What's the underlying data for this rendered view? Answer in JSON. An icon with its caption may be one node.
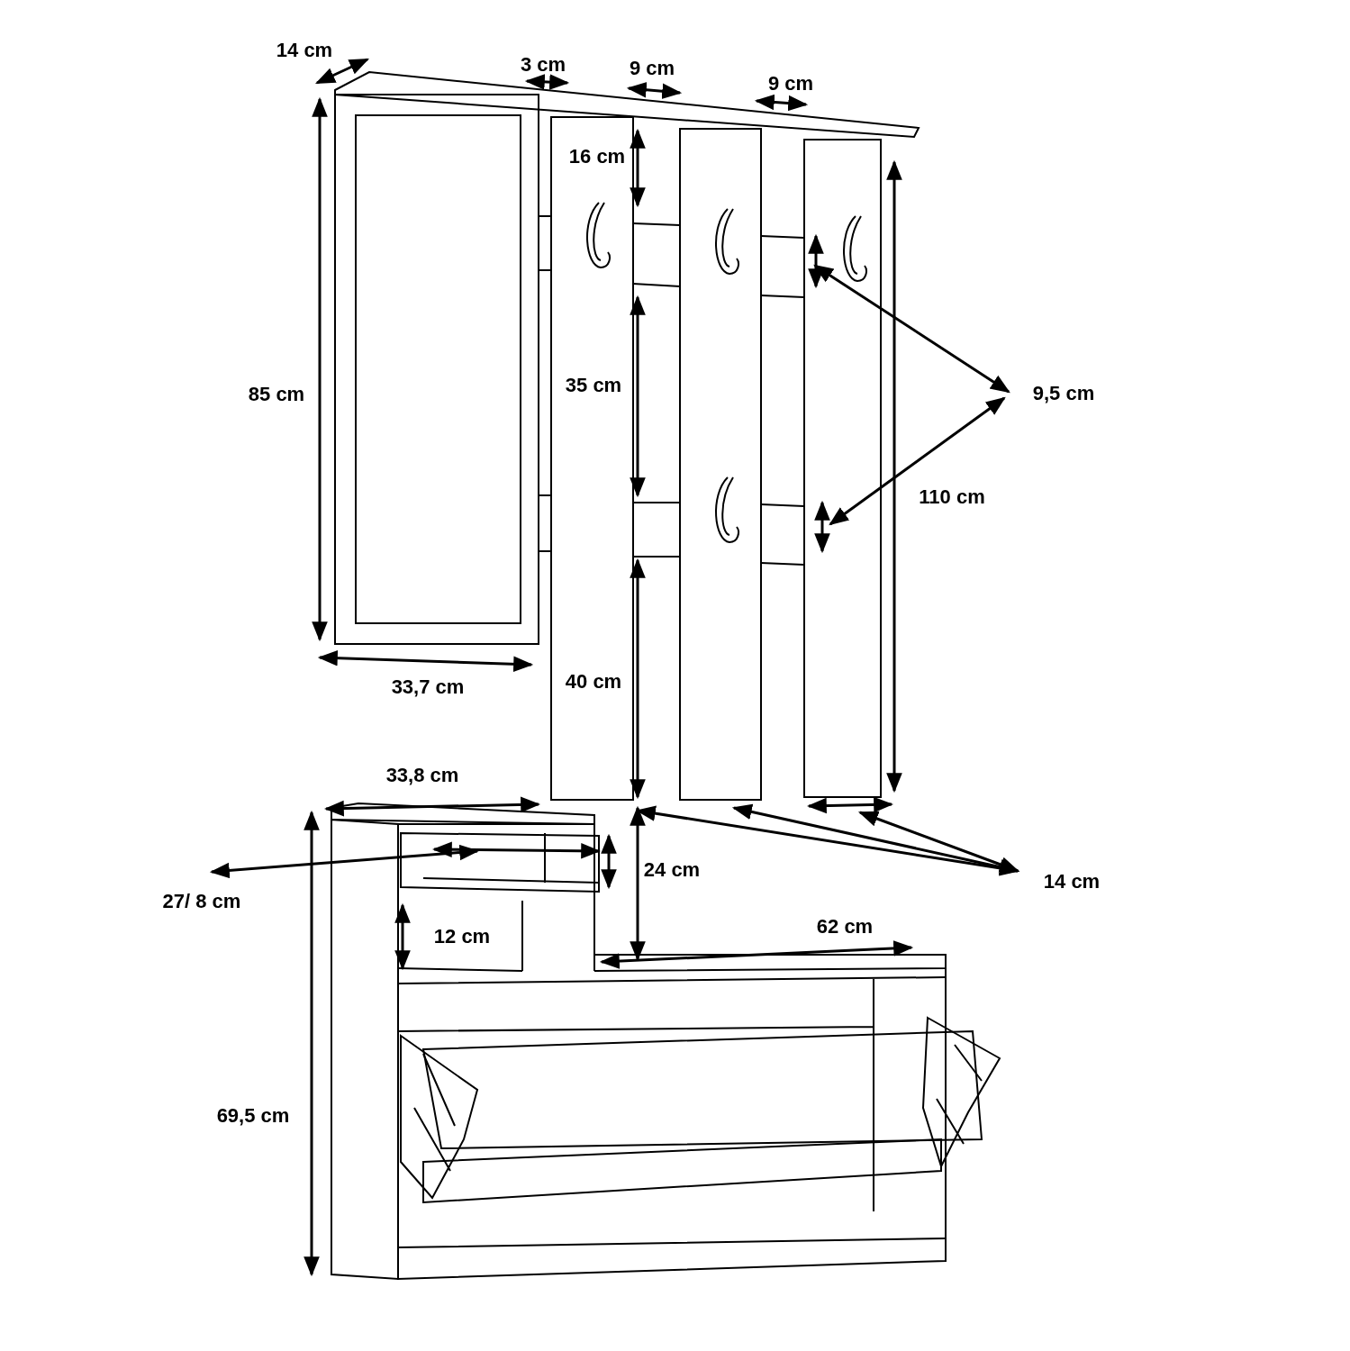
{
  "diagram": {
    "nodes": [
      {
        "text": [
          "9,5 cm"
        ]
      },
      {
        "text": [
          "14 cm"
        ]
      },
      {
        "text": [
          "27/ 8 cm"
        ]
      }
    ],
    "edges": [
      {
        "from": 0,
        "to": null,
        "arrow": "both"
      },
      {
        "from": 0,
        "to": null,
        "arrow": "both"
      },
      {
        "from": 1,
        "to": null,
        "arrow": "both"
      },
      {
        "from": 1,
        "to": null,
        "arrow": "both"
      },
      {
        "from": 1,
        "to": null,
        "arrow": "both"
      },
      {
        "from": 2,
        "to": null,
        "arrow": "both"
      }
    ],
    "labels": [
      "14 cm",
      "3 cm",
      "9 cm",
      "9 cm",
      "16 cm",
      "85 cm",
      "35 cm",
      "110 cm",
      "33,7 cm",
      "40 cm",
      "33,8 cm",
      "24 cm",
      "12 cm",
      "62 cm",
      "69,5 cm"
    ]
  }
}
